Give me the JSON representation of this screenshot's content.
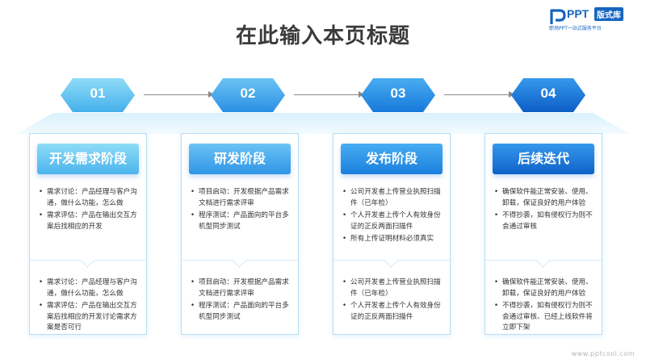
{
  "page_title": "在此输入本页标题",
  "logo": {
    "brand": "PPT",
    "badge": "版式库",
    "tagline": "职场PPT一站式服务平台"
  },
  "steps": [
    {
      "num": "01",
      "color_a": "#7fd3f5",
      "color_b": "#4bb4ec"
    },
    {
      "num": "02",
      "color_a": "#5cb8f2",
      "color_b": "#2f95e6"
    },
    {
      "num": "03",
      "color_a": "#3aa2ef",
      "color_b": "#1a7fde"
    },
    {
      "num": "04",
      "color_a": "#2a8ee8",
      "color_b": "#0e62c9"
    }
  ],
  "cards": [
    {
      "stage": "开发需求阶段",
      "top_items": [
        "需求讨论：产品经理与客户沟通，做什么功能，怎么做",
        "需求评估：产品在输出交互方案后找相应的开发"
      ],
      "bottom_items": [
        "需求讨论：产品经理与客户沟通，做什么功能，怎么做",
        "需求评估：产品在输出交互方案后找相应的开发讨论需求方案是否可行"
      ]
    },
    {
      "stage": "研发阶段",
      "top_items": [
        "项目启动：开发根据产品需求文档进行需求评审",
        "程序测试：产品面向的平台多机型同步测试"
      ],
      "bottom_items": [
        "项目启动：开发根据产品需求文档进行需求评审",
        "程序测试：产品面向的平台多机型同步测试"
      ]
    },
    {
      "stage": "发布阶段",
      "top_items": [
        "公司开发者上传营业执照扫描件（已年检）",
        "个人开发者上传个人有效身份证的正反两面扫描件",
        "所有上传证明材料必须真实"
      ],
      "bottom_items": [
        "公司开发者上传营业执照扫描件（已年检）",
        "个人开发者上传个人有效身份证的正反两面扫描件"
      ]
    },
    {
      "stage": "后续迭代",
      "top_items": [
        "确保软件能正常安装、使用、卸载，保证良好的用户体验",
        "不得抄袭，如有侵权行为则不会通过审核"
      ],
      "bottom_items": [
        "确保软件能正常安装、使用、卸载，保证良好的用户体验",
        "不得抄袭，如有侵权行为则不会通过审核、已经上线软件将立即下架"
      ]
    }
  ],
  "footer_url": "www.pptcool.com"
}
